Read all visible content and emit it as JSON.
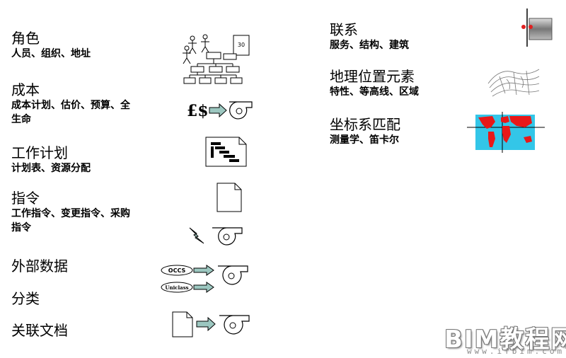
{
  "items": [
    {
      "title": "角色",
      "subtitle": "人员、组织、地址"
    },
    {
      "title": "成本",
      "subtitle_line1": "成本计划、估价、预算、全",
      "subtitle_line2": "生命"
    },
    {
      "title": "工作计划",
      "subtitle": "计划表、资源分配"
    },
    {
      "title": "指令",
      "subtitle_line1": "工作指令、变更指令、采购",
      "subtitle_line2": "指令"
    },
    {
      "title": "外部数据"
    },
    {
      "title": "分类"
    },
    {
      "title": "关联文档"
    },
    {
      "title": "联系",
      "subtitle": "服务、结构、建筑"
    },
    {
      "title": "地理位置元素",
      "subtitle": "特性、等高线、区域"
    },
    {
      "title": "坐标系匹配",
      "subtitle": "测量学、笛卡尔"
    }
  ],
  "icons": {
    "roles_number": "30",
    "cost_symbols": "£$",
    "external_label1": "OCCS",
    "external_label2": "Uniclass"
  },
  "watermark": {
    "main": "BIM教程网",
    "url": "www.ifbim.com"
  },
  "colors": {
    "arrow_fill": "#9cc7c0",
    "map_ocean": "#33c6e8",
    "map_land": "#e81818"
  }
}
